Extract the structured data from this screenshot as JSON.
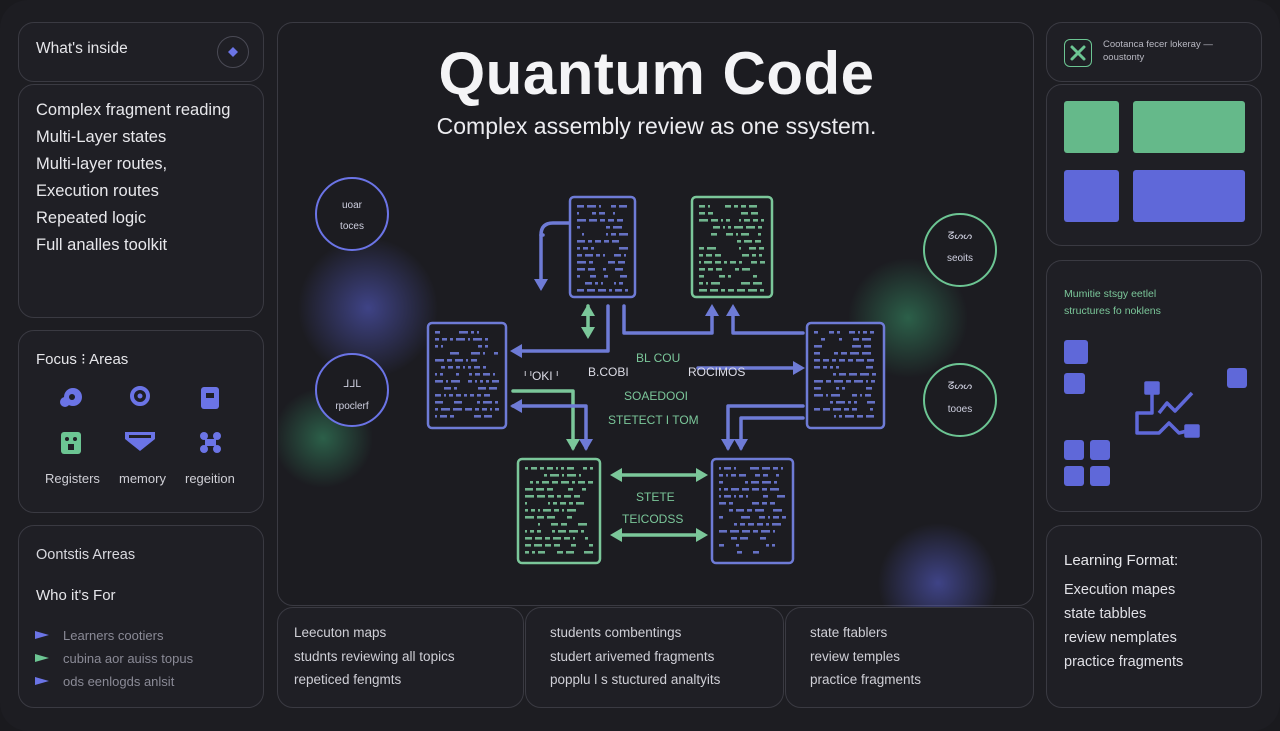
{
  "left": {
    "inside_title": "What's inside",
    "topics": [
      "Complex fragment reading",
      "Multi-Layer states",
      "Multi-layer routes,",
      "Execution routes",
      "Repeated logic",
      "Full analles toolkit"
    ],
    "focus_title": "Focus ⁝ Areas",
    "focus_labels": [
      "Registers",
      "memory",
      "regeition"
    ],
    "contents_title": "Oontstis Arreas",
    "who_title": "Who it's For",
    "audience": [
      "Learners  cootiers",
      "cubina  aor  auiss  topus",
      "ods  eenlogds  anlsit"
    ]
  },
  "main": {
    "title": "Quantum Code",
    "subtitle": "Complex assembly review as one ssystem.",
    "node_left_top": [
      "uoar",
      "toces"
    ],
    "node_left_bottom": [
      "ᒧᒧᒪ",
      "rpoclerf"
    ],
    "node_right_top": [
      "ᘔᔕᔕ",
      "seoits"
    ],
    "node_right_bottom": [
      "ᘔᔕᔕ",
      "tooes"
    ],
    "labels": {
      "bl_cou": "BL COU",
      "toki": "ᑊ ᑊOKI ᑊ",
      "bcoi": "B.COBI",
      "rocimos": "ROCIMOS",
      "soaedoi": "SOAEDOOI",
      "stetect": "STETECT I TOM",
      "state": "STETE",
      "tecodes": "TEICODSS"
    }
  },
  "bottom": {
    "col1": [
      "Leecuton maps",
      "studnts reviewing all topics",
      "repeticed fengmts"
    ],
    "col2": [
      "students combentings",
      "studert arivemed fragments",
      "popplu l s stuctured analtyits"
    ],
    "col3": [
      "state ftablers",
      "review temples",
      "practice fragments"
    ]
  },
  "right": {
    "header_text": [
      "Cootanca fecer lokeray —",
      "ooustonty"
    ],
    "mid_text": [
      "Mumitie stsgy eetlel",
      "structures fo noklens"
    ],
    "format_title": "Learning Format:",
    "format_items": [
      "Execution mapes",
      "state  tabbles",
      "review nemplates",
      "practice fragments"
    ]
  },
  "colors": {
    "accent_blue": "#6b74e6",
    "accent_green": "#6cc593",
    "blue_line": "#6e7bd6",
    "green_line": "#7bc79a"
  }
}
